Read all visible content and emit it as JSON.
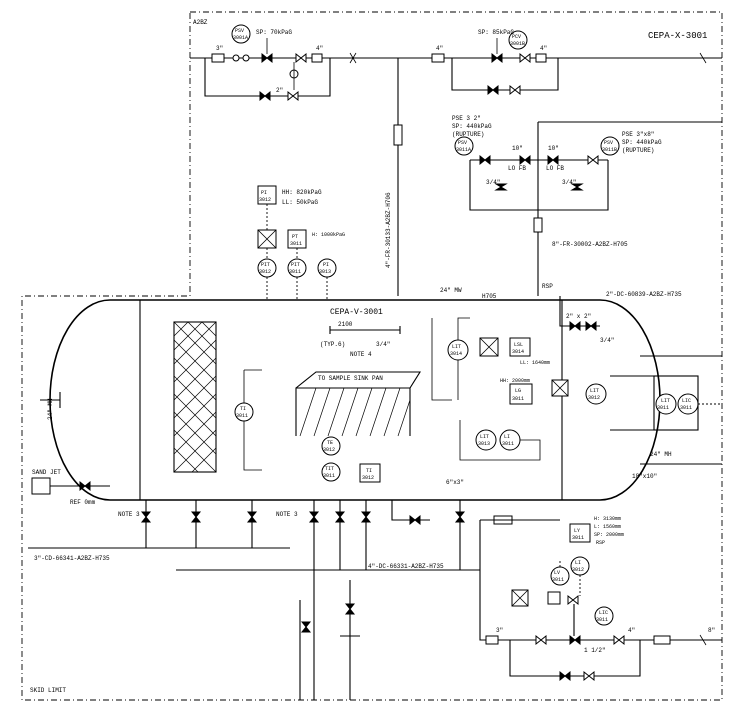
{
  "labels": {
    "tag_top_left": "A2BZ",
    "tag_top_right": "CEPA-X-3001",
    "tag_vessel": "CEPA-V-3001",
    "sampling_pan": "TO SAMPLE SINK PAN",
    "note4": "NOTE 4",
    "typ6": "(TYP.6)",
    "hh_set": "HH: 820kPaG",
    "ll_set": "LL: 50kPaG",
    "pit_bank": "H: 1000kPaG",
    "psv_sp_top": "SP: 70kPaG",
    "psv_sp_top2": "SP: 85kPaG",
    "rupture_left": "PSE 3 2\"",
    "rupture_left2": "SP: 440kPaG",
    "rupture_left3": "(RUPTURE)",
    "rupture_right": "PSE 3\"x8\"",
    "rupture_right2": "SP: 440kPaG",
    "rupture_right3": "(RUPTURE)",
    "line_right_upper": "8\"-FR-30002-A2BZ-H705",
    "line_vert": "4\"-FR-30133-A2BZ-H706",
    "line_vessel_top": "2\"-DC-60839-A2BZ-H735",
    "line_bottom_left": "3\"-CD-66341-A2BZ-H735",
    "line_bottom_mid": "4\"-DC-66331-A2BZ-H735",
    "lbl_24mw": "24\" MW",
    "lbl_h705": "H705",
    "lbl_rsp": "RSP",
    "lbl_sand_jet": "SAND JET",
    "lbl_ref": "REF 0mm",
    "lbl_24mh_left": "24\" MH",
    "lbl_24mh_right": "24\" MH",
    "lbl_18x10": "18\"x10\"",
    "lbl_6x3": "6\"x3\"",
    "lbl_note3a": "NOTE 3",
    "lbl_note3b": "NOTE 3",
    "lbl_skid_limit": "SKID LIMIT",
    "lbl_h_val": "H: 3130mm",
    "lbl_l_val": "L: 1560mm",
    "lbl_hh_lic": "HH: 2000mm",
    "lbl_ll_lic": "LL: 1640mm",
    "lbl_sp_lic": "SP: 2000mm",
    "lbl_rsp2": "RSP",
    "lbl_lo": "LO FB",
    "lbl_lo2": "LO FB",
    "lbl_2inch_r": "2\" x 2\"",
    "lbl_size_10": "10\"",
    "lbl_size_10b": "10\"",
    "lbl_size_3q": "3/4\"",
    "lbl_size_3qb": "3/4\"",
    "lbl_size_4a": "4\"",
    "lbl_size_4b": "4\"",
    "lbl_size_3a": "3\"",
    "lbl_size_3b": "3\"",
    "lbl_size_4c": "4\"",
    "lbl_size_4d": "4\"",
    "lbl_size_2": "2\"",
    "lbl_size_1h": "1 1/2\"",
    "lbl_size_8": "8\"",
    "lbl_2100": "2100",
    "lbl_3q_v": "3/4\"",
    "lbl_3q_r": "3/4\""
  },
  "instruments": [
    {
      "tag": "PSV",
      "num": "3001A"
    },
    {
      "tag": "PCV",
      "num": "3001B"
    },
    {
      "tag": "PSV",
      "num": "3011A"
    },
    {
      "tag": "PSV",
      "num": "3011B"
    },
    {
      "tag": "PI",
      "num": "3012"
    },
    {
      "tag": "PT",
      "num": "3011"
    },
    {
      "tag": "PIT",
      "num": "3012"
    },
    {
      "tag": "PIT",
      "num": "3011"
    },
    {
      "tag": "PI",
      "num": "3013"
    },
    {
      "tag": "TI",
      "num": "3011"
    },
    {
      "tag": "TE",
      "num": "3012"
    },
    {
      "tag": "TIT",
      "num": "3011"
    },
    {
      "tag": "TI",
      "num": "3012"
    },
    {
      "tag": "LIT",
      "num": "3014"
    },
    {
      "tag": "LSL",
      "num": "3014"
    },
    {
      "tag": "LIT",
      "num": "3012"
    },
    {
      "tag": "LG",
      "num": "3011"
    },
    {
      "tag": "LIT",
      "num": "3013"
    },
    {
      "tag": "LI",
      "num": "3011"
    },
    {
      "tag": "LIT",
      "num": "3011"
    },
    {
      "tag": "LIC",
      "num": "3011"
    },
    {
      "tag": "LV",
      "num": "3011"
    },
    {
      "tag": "LY",
      "num": "3011"
    },
    {
      "tag": "LI",
      "num": "3012"
    }
  ]
}
